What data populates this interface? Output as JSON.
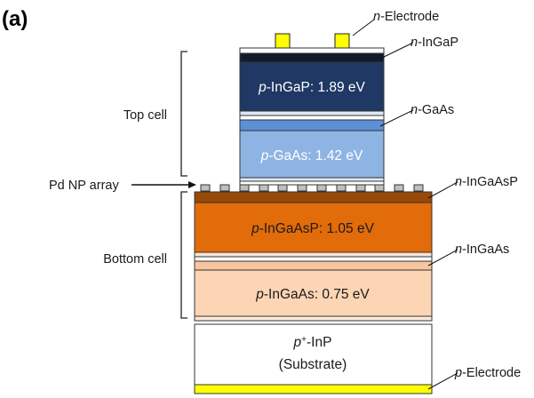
{
  "panel_label": "(a)",
  "labels": {
    "n_electrode": [
      "n",
      "-Electrode"
    ],
    "n_ingap": [
      "n",
      "-InGaP"
    ],
    "n_gaas": [
      "n",
      "-GaAs"
    ],
    "n_ingaasp": [
      "n",
      "-InGaAsP"
    ],
    "n_ingaas": [
      "n",
      "-InGaAs"
    ],
    "p_electrode": [
      "p",
      "-Electrode"
    ],
    "top_cell": "Top cell",
    "bottom_cell": "Bottom cell",
    "pd_np_array": "Pd NP array"
  },
  "layers": {
    "p_ingap": [
      "p",
      "-InGaP: 1.89 eV"
    ],
    "p_gaas": [
      "p",
      "-GaAs: 1.42 eV"
    ],
    "p_ingaasp": [
      "p",
      "-InGaAsP: 1.05 eV"
    ],
    "p_ingaas": [
      "p",
      "-InGaAs: 0.75 eV"
    ],
    "substrate_line1": [
      "p",
      "+",
      "-InP"
    ],
    "substrate_line2": "(Substrate)"
  },
  "colors": {
    "electrode": "#ffff00",
    "window_dark": "#1f3556",
    "p_ingap": "#1f3864",
    "n_gaas": "#5b8fd6",
    "p_gaas": "#8eb4e3",
    "pd_np": "#bfbfbf",
    "n_ingaasp": "#984807",
    "p_ingaasp": "#e26b0a",
    "n_ingaas": "#f6c6a0",
    "p_ingaas": "#fcd5b4",
    "substrate": "#ffffff"
  }
}
